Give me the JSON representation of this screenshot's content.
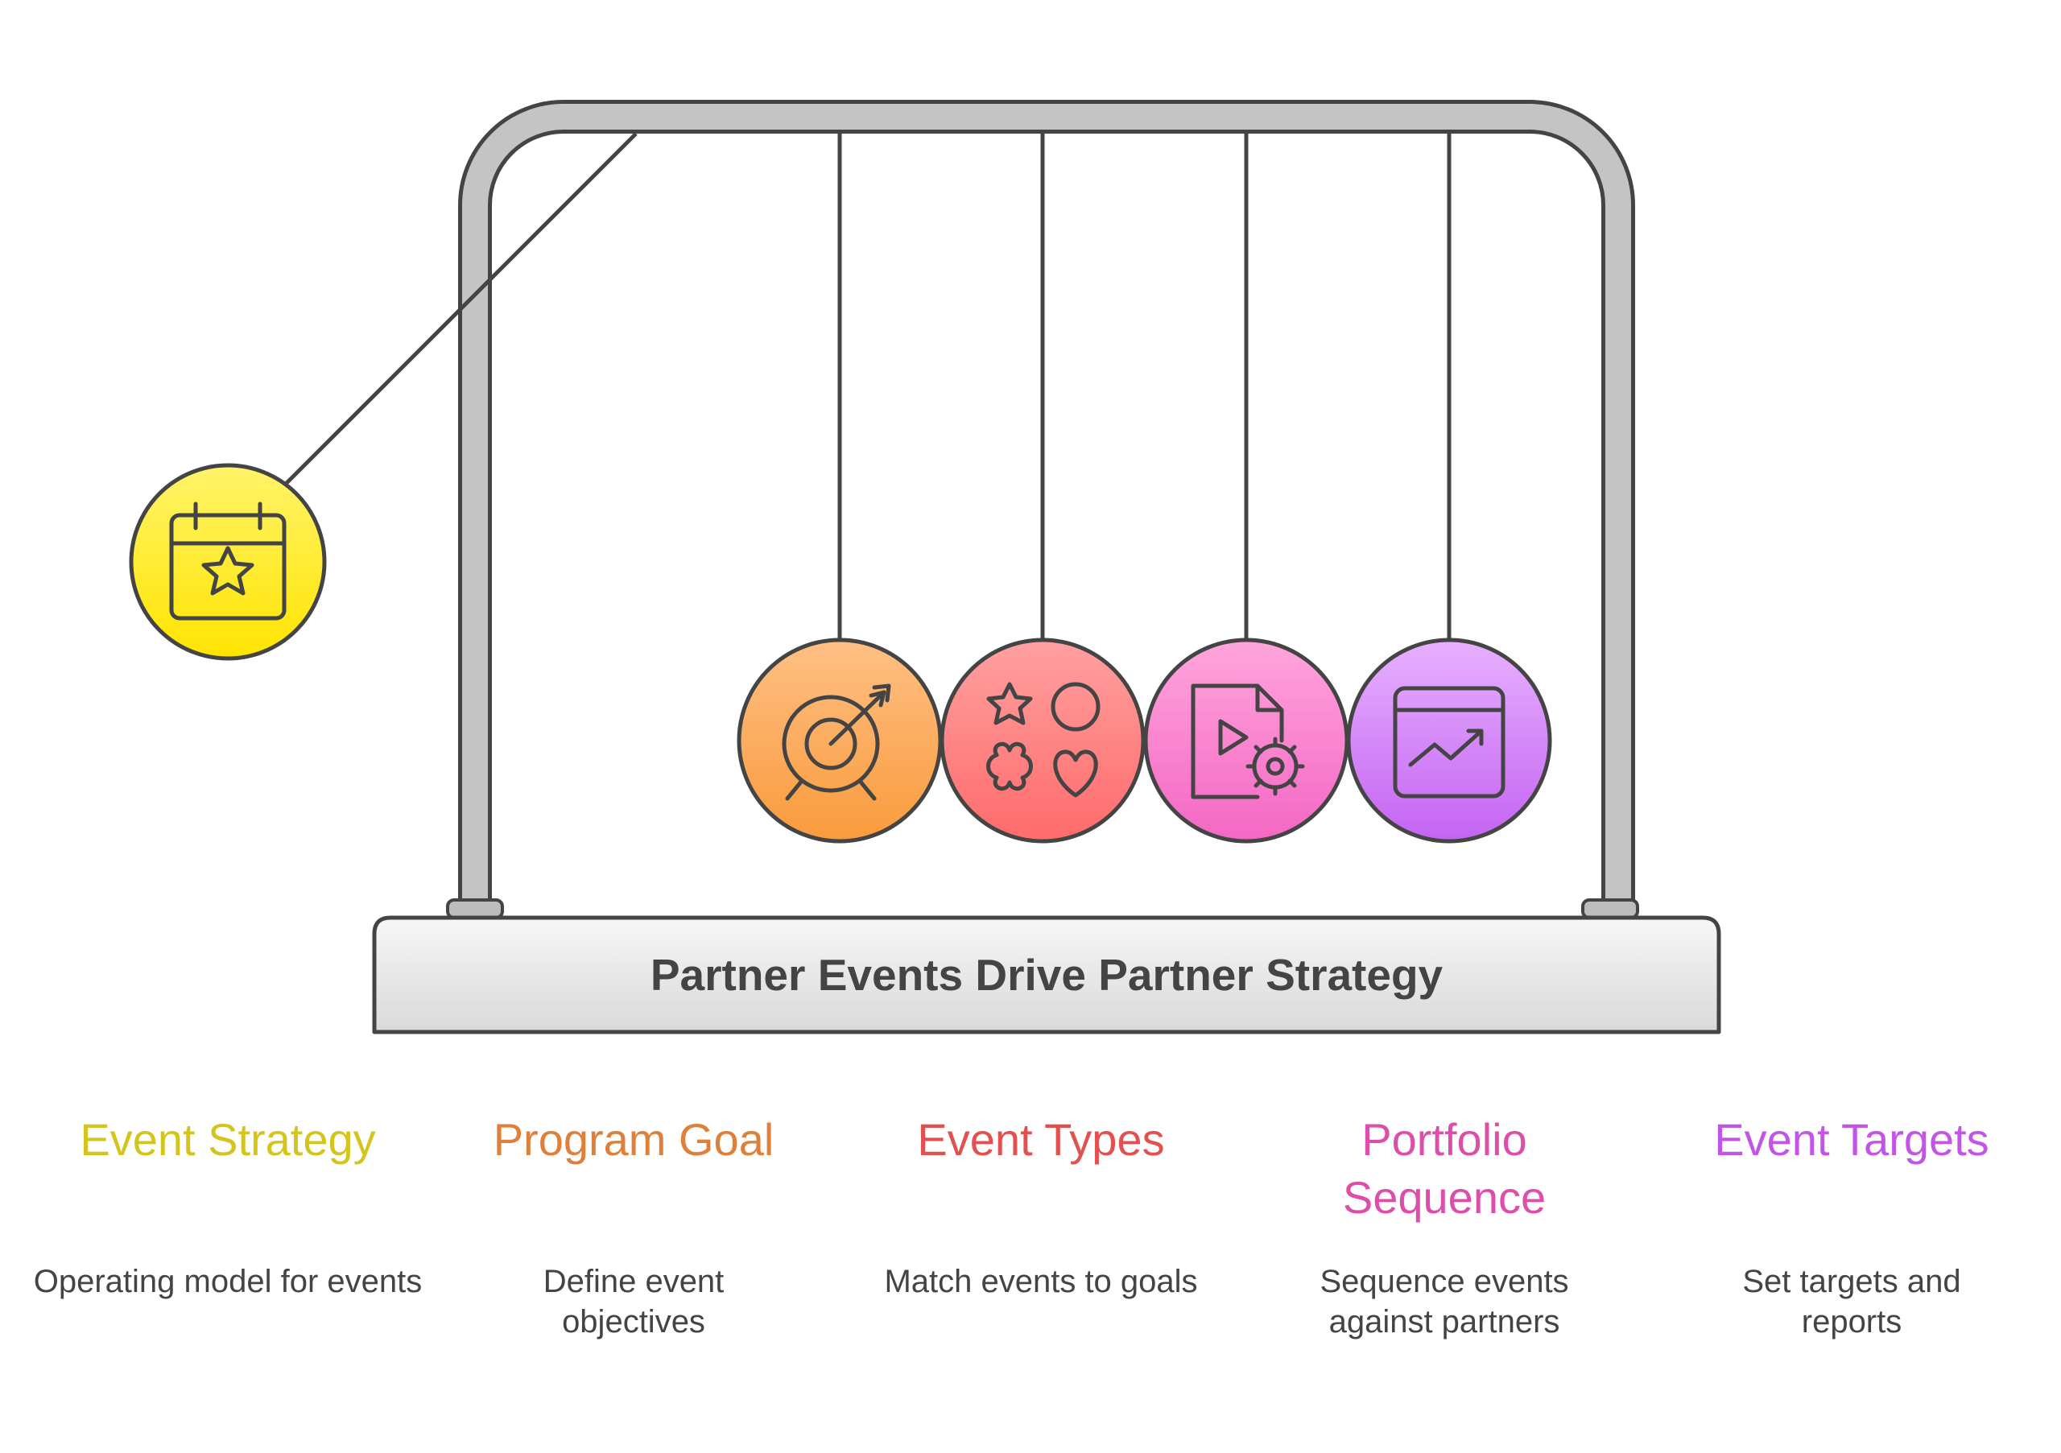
{
  "title": "Partner Events Drive Partner Strategy",
  "steps": [
    {
      "label": "Event Strategy",
      "description": "Operating model for events",
      "color": "#D4C51E",
      "icon": "calendar-star-icon"
    },
    {
      "label": "Program Goal",
      "description": "Define event objectives",
      "color": "#DE7F3A",
      "icon": "target-arrow-icon"
    },
    {
      "label": "Event Types",
      "description": "Match events to goals",
      "color": "#E2504F",
      "icon": "shapes-icon"
    },
    {
      "label": "Portfolio Sequence",
      "description": "Sequence events against partners",
      "color": "#DC4FA8",
      "icon": "document-play-gear-icon"
    },
    {
      "label": "Event Targets",
      "description": "Set targets and reports",
      "color": "#C255E6",
      "icon": "chart-window-icon"
    }
  ]
}
